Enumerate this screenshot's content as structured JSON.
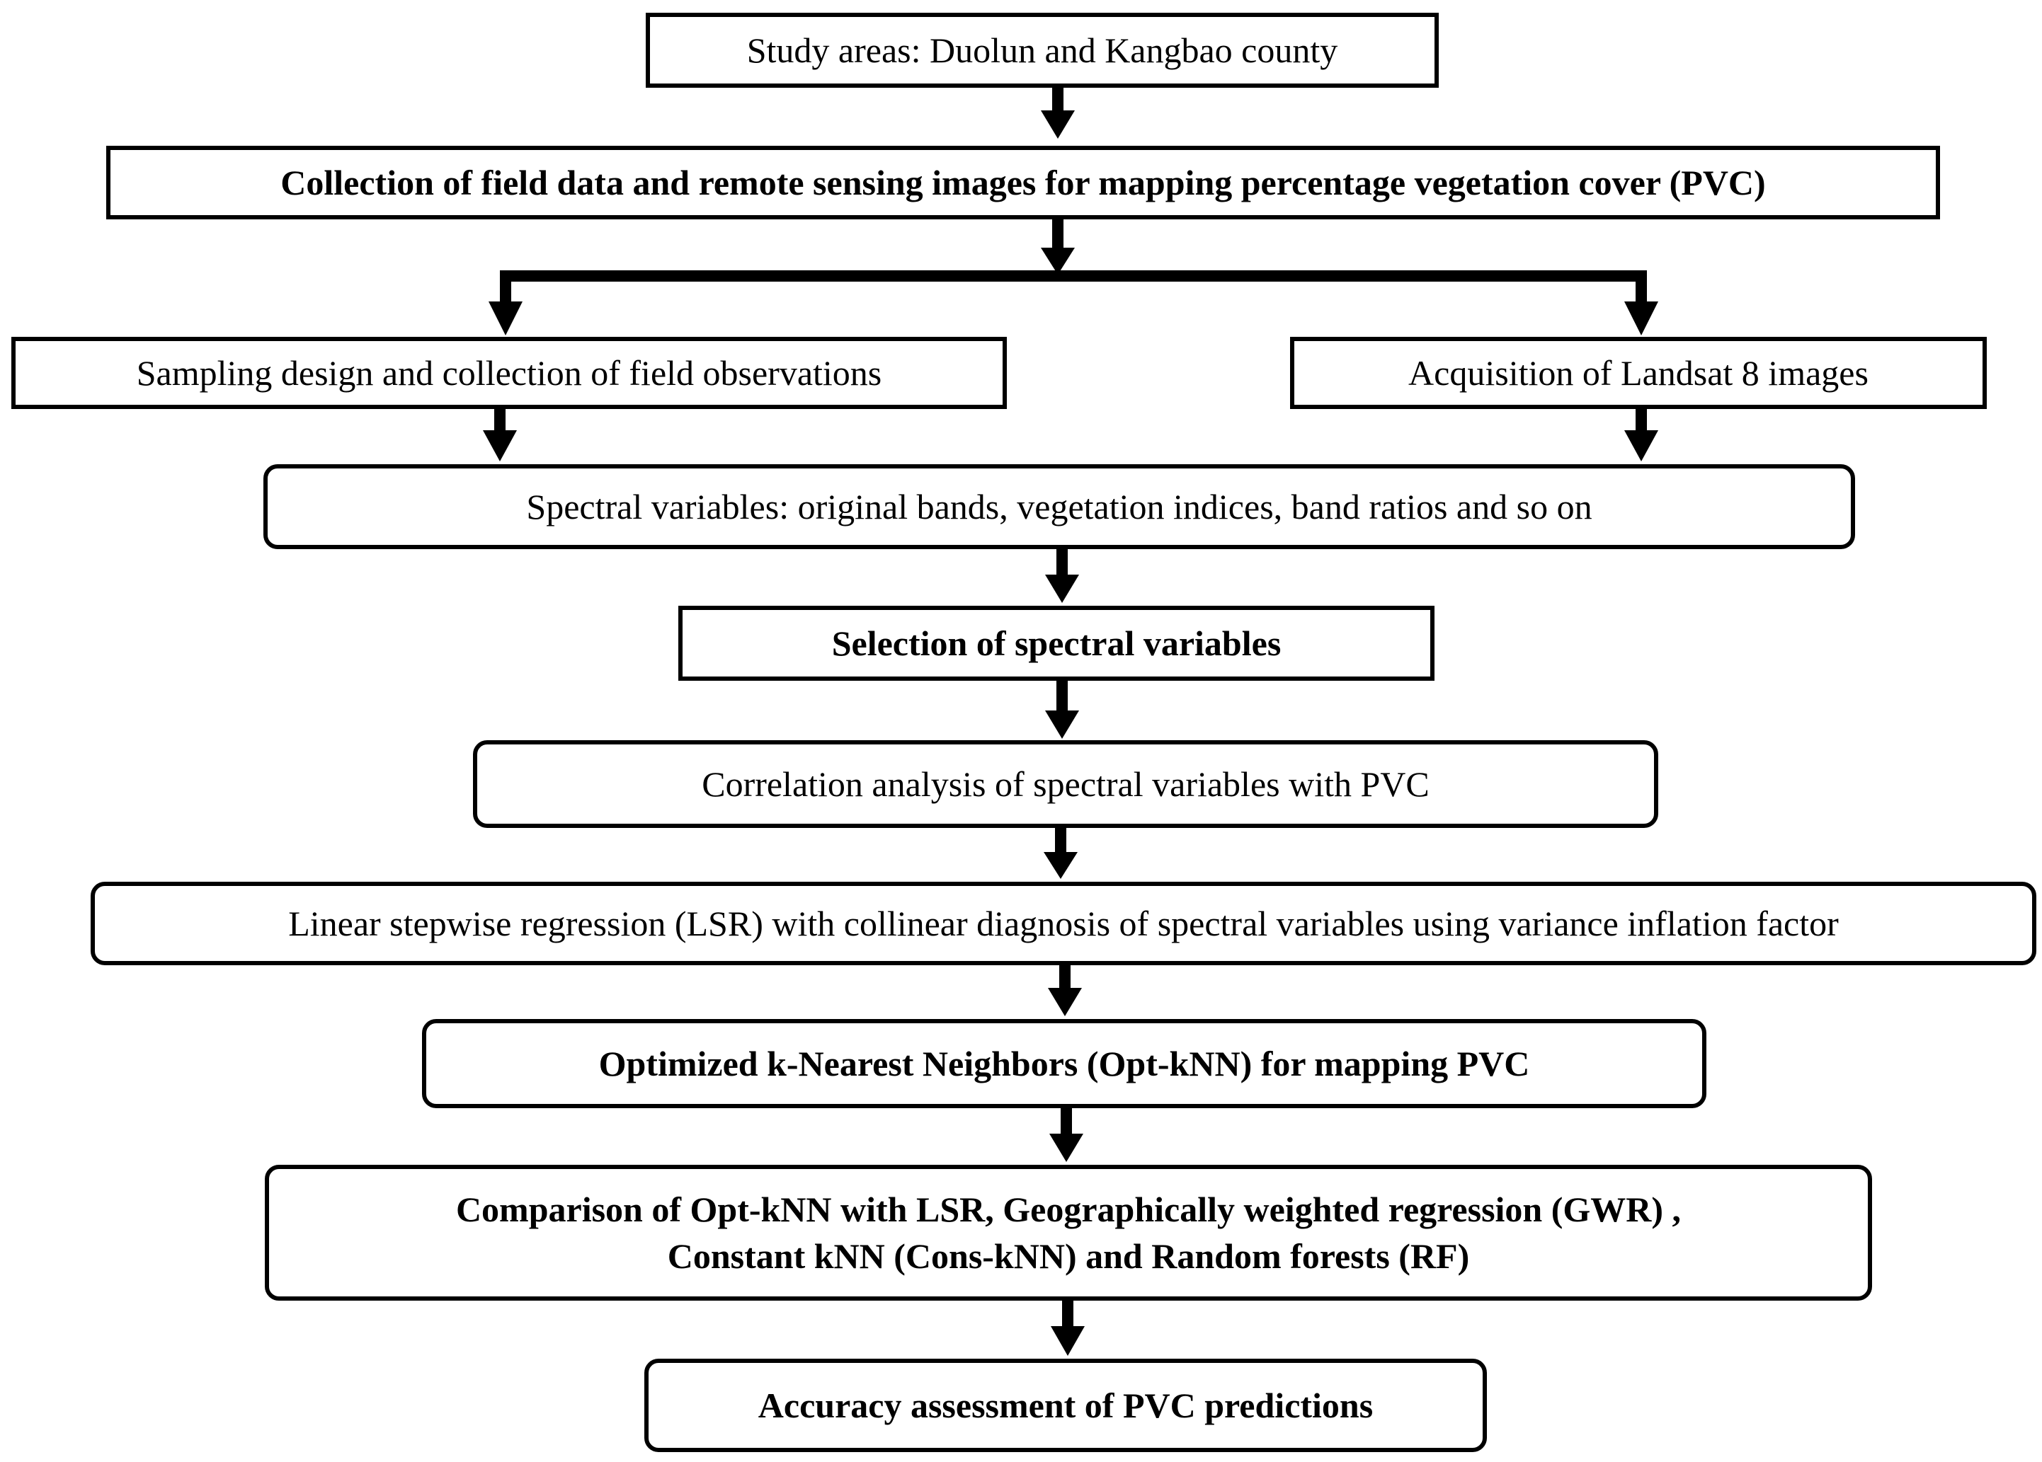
{
  "boxes": {
    "study_areas": "Study areas: Duolun and Kangbao county",
    "collection": "Collection of field data and remote sensing images for mapping percentage vegetation cover (PVC)",
    "sampling": "Sampling design and collection of field observations",
    "landsat": "Acquisition of Landsat 8 images",
    "spectral_variables": "Spectral variables: original bands, vegetation indices, band ratios and so on",
    "selection": "Selection of spectral variables",
    "correlation": "Correlation analysis of spectral variables with PVC",
    "lsr": "Linear stepwise regression (LSR) with collinear diagnosis of spectral variables using variance inflation factor",
    "optknn": "Optimized k-Nearest Neighbors (Opt-kNN) for mapping PVC",
    "comparison_line1": "Comparison of Opt-kNN with LSR, Geographically weighted regression (GWR) ,",
    "comparison_line2": "Constant kNN (Cons-kNN) and Random forests (RF)",
    "accuracy": "Accuracy assessment of PVC predictions"
  },
  "colors": {
    "stroke": "#000000",
    "background": "#ffffff"
  }
}
